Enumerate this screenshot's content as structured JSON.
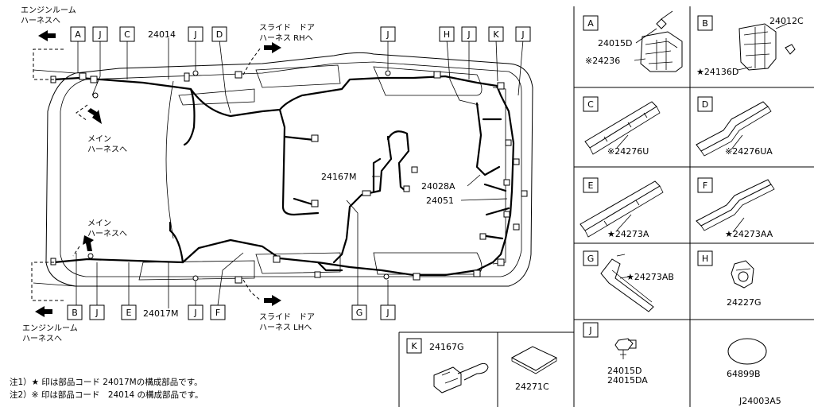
{
  "notes": {
    "engine_room_top": [
      "エンジンルーム",
      "ハーネスへ"
    ],
    "main_top": [
      "メイン",
      "ハーネスへ"
    ],
    "main_bottom": [
      "メイン",
      "ハーネスへ"
    ],
    "engine_room_bottom": [
      "エンジンルーム",
      "ハーネスへ"
    ],
    "slide_rh": [
      "スライド　ドア",
      "ハーネス RHへ"
    ],
    "slide_lh": [
      "スライド　ドア",
      "ハーネス LHへ"
    ],
    "note1": "注1）★ 印は部品コード 24017Mの構成部品です。",
    "note2": "注2）※ 印は部品コード　24014 の構成部品です。"
  },
  "callouts_top": [
    "A",
    "J",
    "C",
    "J",
    "D",
    "J",
    "H",
    "J",
    "K",
    "J"
  ],
  "callouts_bottom": [
    "B",
    "J",
    "E",
    "J",
    "F",
    "G",
    "J"
  ],
  "part_numbers": {
    "p24014": "24014",
    "p24167M": "24167M",
    "p24028A": "24028A",
    "p24051": "24051",
    "p24017M": "24017M"
  },
  "panels": [
    {
      "letter": "A",
      "parts": [
        "24015D",
        "※24236"
      ]
    },
    {
      "letter": "B",
      "parts": [
        "24012C",
        "★24136D"
      ]
    },
    {
      "letter": "C",
      "parts": [
        "※24276U"
      ]
    },
    {
      "letter": "D",
      "parts": [
        "※24276UA"
      ]
    },
    {
      "letter": "E",
      "parts": [
        "★24273A"
      ]
    },
    {
      "letter": "F",
      "parts": [
        "★24273AA"
      ]
    },
    {
      "letter": "G",
      "parts": [
        "★24273AB"
      ]
    },
    {
      "letter": "H",
      "parts": [
        "24227G"
      ]
    },
    {
      "letter": "J",
      "parts": [
        "24015D",
        "24015DA"
      ]
    },
    {
      "letter": "",
      "parts": [
        "64899B"
      ]
    },
    {
      "letter": "K",
      "parts": [
        "24167G"
      ]
    },
    {
      "letter": "",
      "parts": [
        "24271C"
      ]
    }
  ],
  "diagram_id": "J24003A5"
}
